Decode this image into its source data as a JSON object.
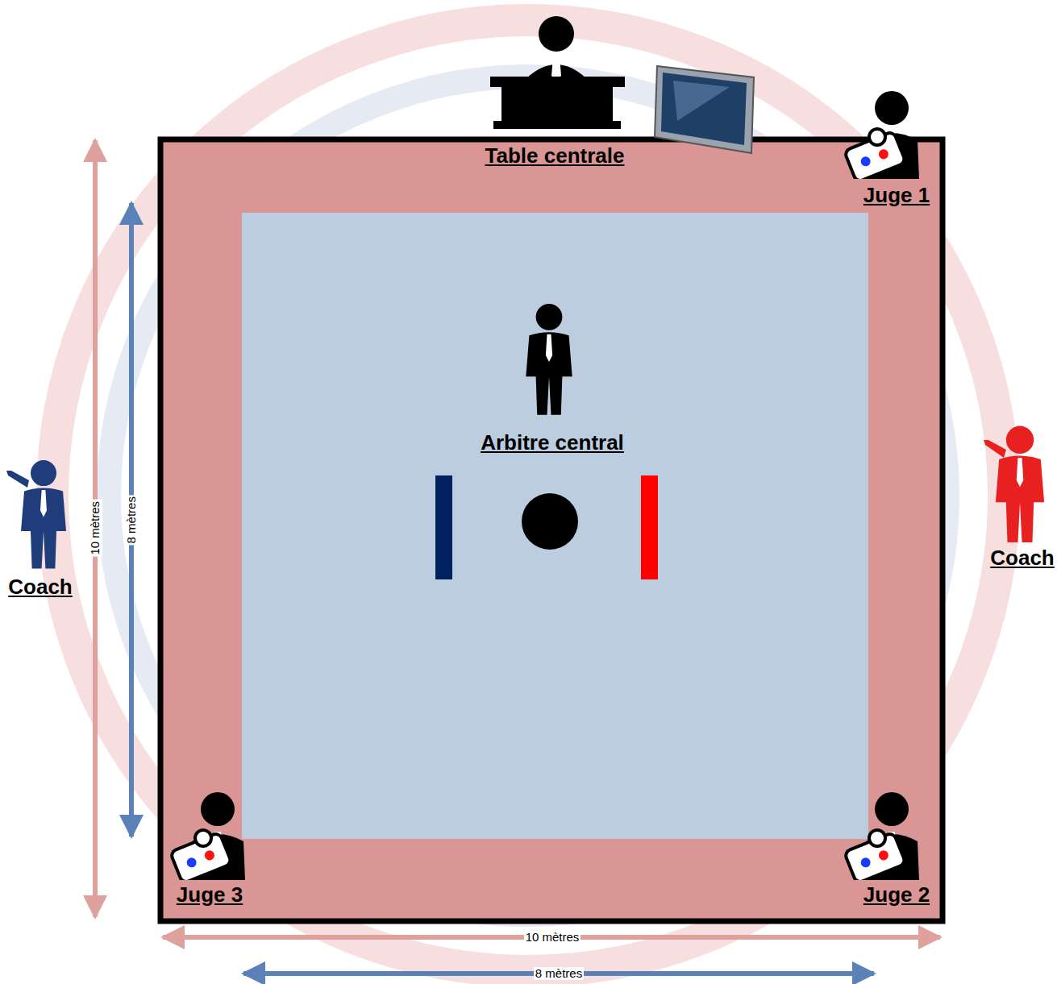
{
  "diagram": {
    "labels": [
      "Table centrale",
      "Juge 1",
      "Arbitre central",
      "Coach",
      "10 mètres",
      "8 mètres",
      "Coach",
      "Juge 3",
      "Juge 2",
      "10 mètres",
      "8 mètres"
    ]
  }
}
